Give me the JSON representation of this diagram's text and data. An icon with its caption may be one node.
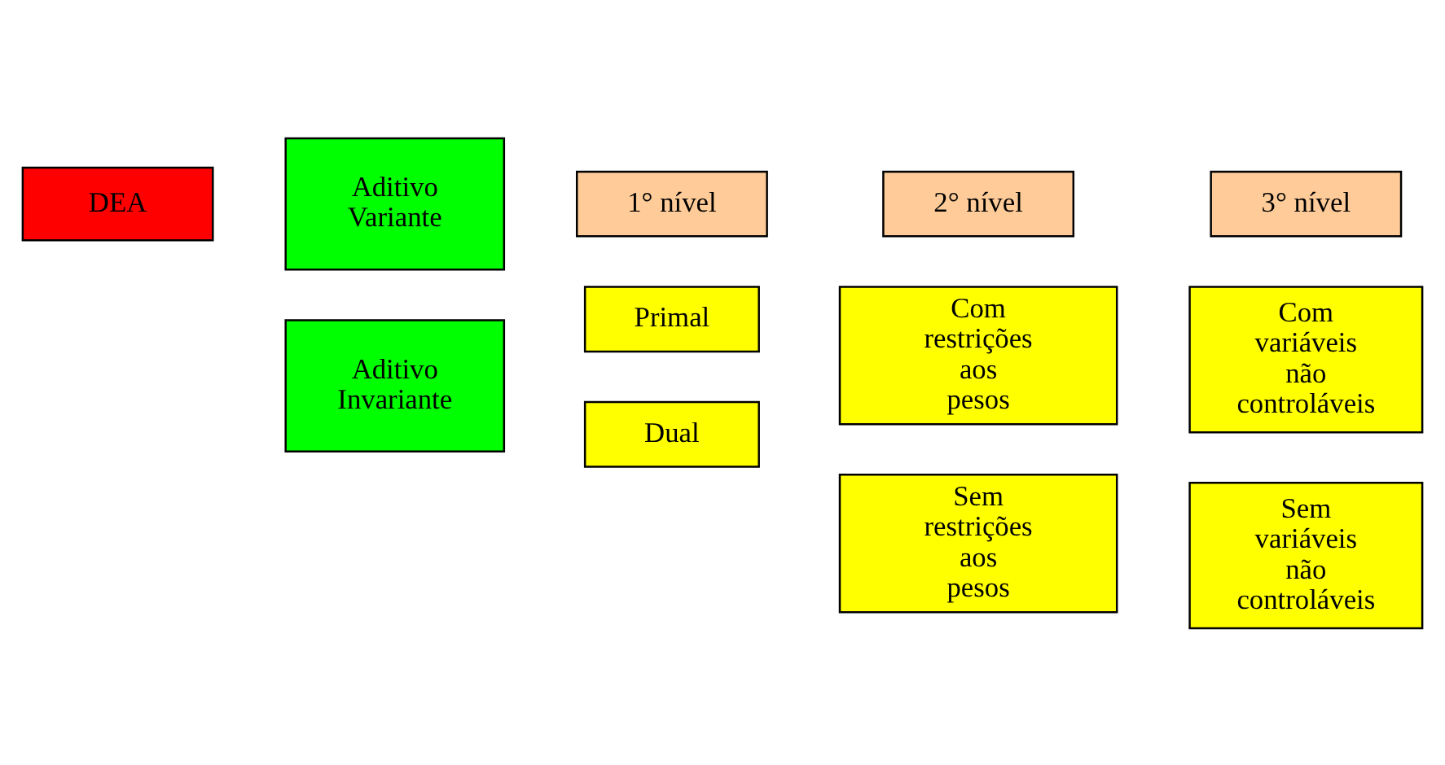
{
  "diagram": {
    "nodes": [
      {
        "text": [
          "1° nível"
        ]
      },
      {
        "text": [
          "2° nível"
        ]
      },
      {
        "text": [
          "3° nível"
        ]
      },
      {
        "text": [
          "DEA"
        ]
      },
      {
        "text": [
          "Aditivo Variante"
        ]
      },
      {
        "text": [
          "Aditivo Invariante"
        ]
      },
      {
        "text": [
          "Primal"
        ]
      },
      {
        "text": [
          "Dual"
        ]
      },
      {
        "text": [
          "Com restrições aos pesos"
        ]
      },
      {
        "text": [
          "Sem restrições aos pesos"
        ]
      },
      {
        "text": [
          "Com variáveis não controláveis"
        ]
      },
      {
        "text": [
          "Sem variáveis não controláveis"
        ]
      }
    ],
    "edges": []
  }
}
